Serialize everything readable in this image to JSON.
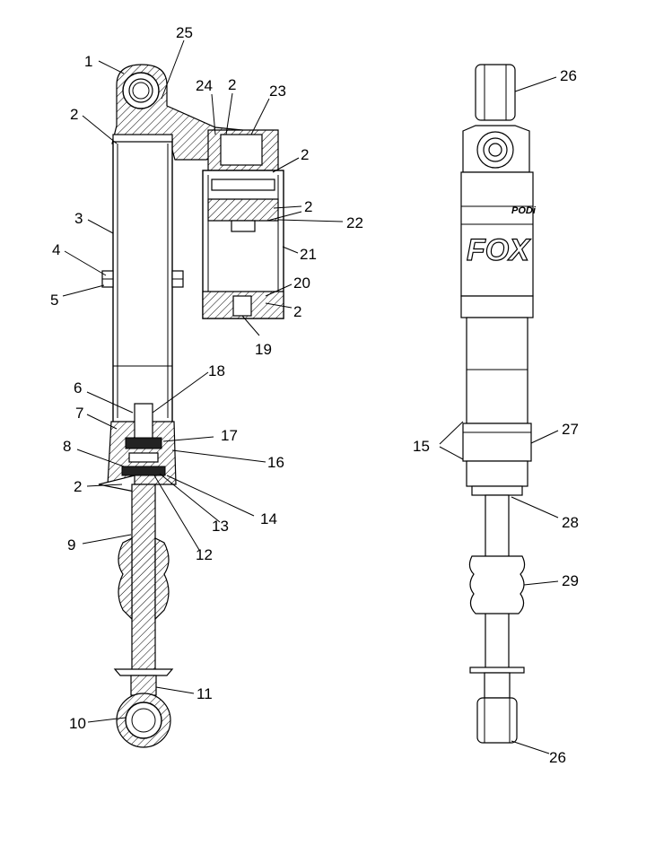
{
  "callouts": {
    "c1": "1",
    "c2a": "2",
    "c2b": "2",
    "c2c": "2",
    "c2d": "2",
    "c2e": "2",
    "c2f": "2",
    "c3": "3",
    "c4": "4",
    "c5": "5",
    "c6": "6",
    "c7": "7",
    "c8": "8",
    "c9": "9",
    "c10": "10",
    "c11": "11",
    "c12": "12",
    "c13": "13",
    "c14": "14",
    "c15": "15",
    "c16": "16",
    "c17": "17",
    "c18": "18",
    "c19": "19",
    "c20": "20",
    "c21": "21",
    "c22": "22",
    "c23": "23",
    "c24": "24",
    "c25": "25",
    "c26a": "26",
    "c26b": "26",
    "c27": "27",
    "c28": "28",
    "c29": "29"
  },
  "decal": {
    "brand": "FOX",
    "model": "PODi"
  }
}
